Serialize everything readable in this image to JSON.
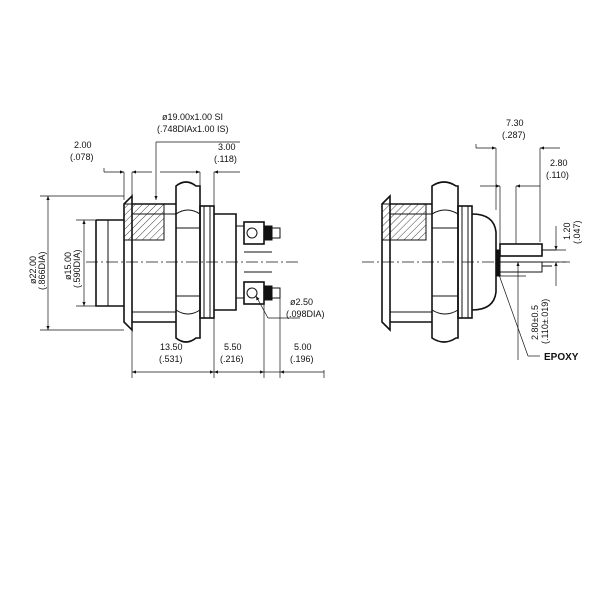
{
  "dimensions": {
    "thread": {
      "metric": "ø19.00x1.00 SI",
      "imperial": "(.748DIAx1.00 IS)"
    },
    "flange_thickness": {
      "metric": "2.00",
      "imperial": "(.078)"
    },
    "nut_width": {
      "metric": "3.00",
      "imperial": "(.118)"
    },
    "outer_dia": {
      "metric": "ø22.00",
      "imperial": "(.866DIA)"
    },
    "inner_dia": {
      "metric": "ø15.00",
      "imperial": "(.590DIA)"
    },
    "terminal_hole": {
      "metric": "ø2.50",
      "imperial": "(.098DIA)"
    },
    "body_length": {
      "metric": "13.50",
      "imperial": "(.531)"
    },
    "housing_length": {
      "metric": "5.50",
      "imperial": "(.216)"
    },
    "terminal_length": {
      "metric": "5.00",
      "imperial": "(.196)"
    },
    "side_depth": {
      "metric": "7.30",
      "imperial": "(.287)"
    },
    "terminal_width": {
      "metric": "2.80",
      "imperial": "(.110)"
    },
    "terminal_thickness": {
      "metric": "1.20",
      "imperial": "(.047)"
    },
    "terminal_offset": {
      "metric": "2.80±0.5",
      "imperial": "(.110±.019)"
    }
  },
  "labels": {
    "epoxy": "EPOXY"
  }
}
